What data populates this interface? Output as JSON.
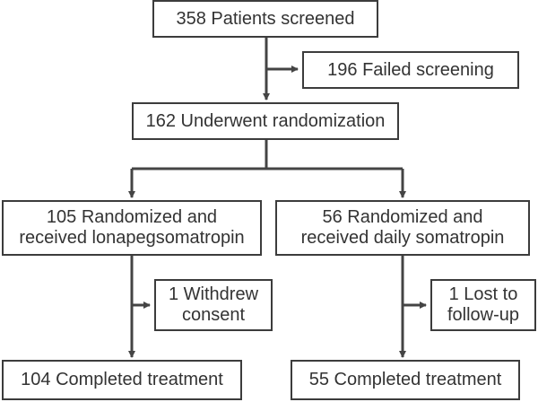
{
  "flowchart": {
    "screened": "358 Patients screened",
    "failed_screening": "196 Failed screening",
    "randomized": "162 Underwent randomization",
    "arm_lonapegsomatropin": "105 Randomized and\nreceived lonapegsomatropin",
    "arm_daily_somatropin": "56 Randomized and\nreceived daily somatropin",
    "withdrew_consent": "1 Withdrew\nconsent",
    "lost_to_followup": "1 Lost to\nfollow-up",
    "completed_lonapegsomatropin": "104 Completed treatment",
    "completed_daily_somatropin": "55 Completed treatment"
  },
  "colors": {
    "line": "#444444",
    "border": "#3c3c3c",
    "text": "#333333"
  }
}
